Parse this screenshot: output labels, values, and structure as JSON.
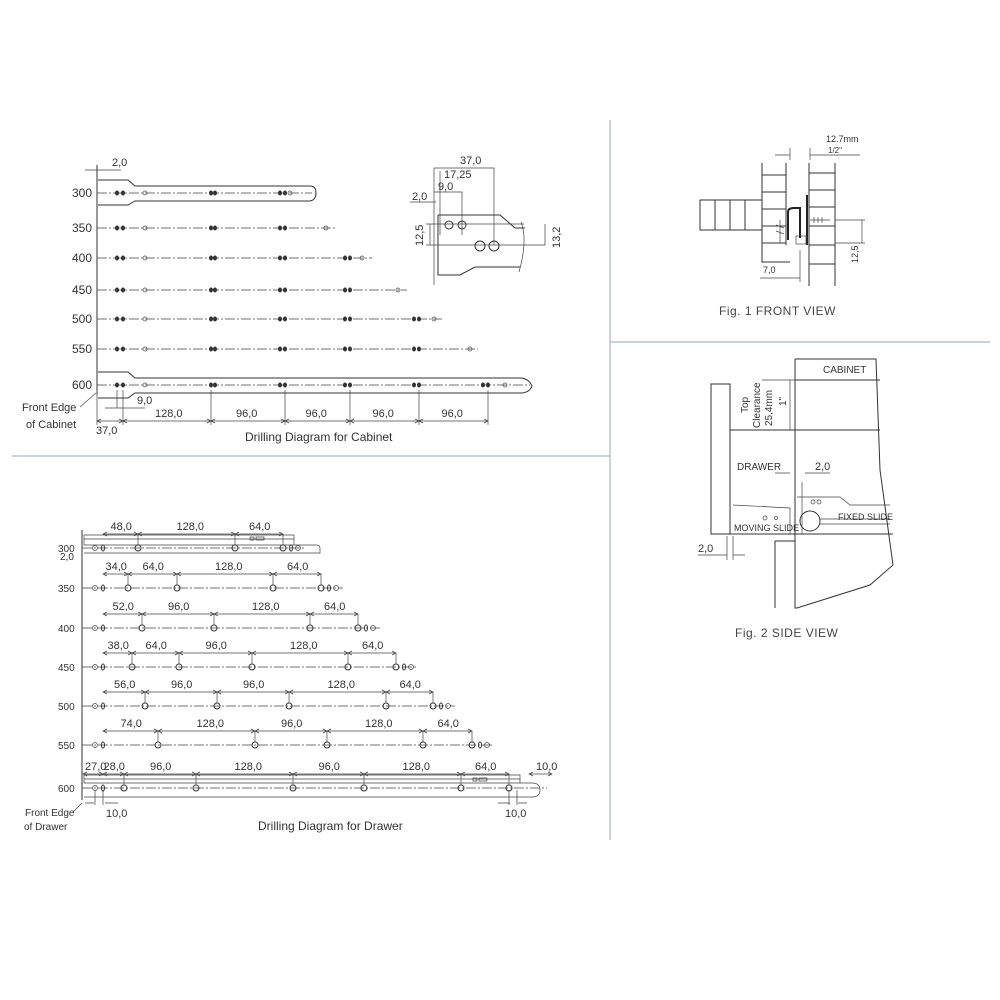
{
  "cabinet": {
    "title": "Drilling Diagram for Cabinet",
    "rows": [
      "300",
      "350",
      "400",
      "450",
      "500",
      "550",
      "600"
    ],
    "front_edge": [
      "Front Edge",
      "of Cabinet"
    ],
    "top_offset": "2,0",
    "bottom_dims": [
      "9,0",
      "128,0",
      "96,0",
      "96,0",
      "96,0",
      "96,0"
    ],
    "start_dim": "37,0",
    "detail_dims": {
      "width": "37,0",
      "mid": "17,25",
      "first": "9,0",
      "edge": "2,0",
      "left_height": "12,5",
      "right_height": "13,2"
    }
  },
  "drawer": {
    "title": "Drilling Diagram for Drawer",
    "rows": [
      "300",
      "350",
      "400",
      "450",
      "500",
      "550",
      "600"
    ],
    "front_edge": [
      "Front Edge",
      "of Drawer"
    ],
    "edge_offset": "2,0",
    "row_dims": [
      [
        "48,0",
        "128,0",
        "64,0"
      ],
      [
        "34,0",
        "64,0",
        "128,0",
        "64,0"
      ],
      [
        "52,0",
        "96,0",
        "128,0",
        "64,0"
      ],
      [
        "38,0",
        "64,0",
        "96,0",
        "128,0",
        "64,0"
      ],
      [
        "56,0",
        "96,0",
        "96,0",
        "128,0",
        "64,0"
      ],
      [
        "74,0",
        "128,0",
        "96,0",
        "128,0",
        "64,0"
      ],
      [
        "27,0",
        "28,0",
        "96,0",
        "128,0",
        "96,0",
        "128,0",
        "64,0",
        "10,0"
      ]
    ],
    "bottom_dims": [
      "10,0",
      "10,0"
    ]
  },
  "front_view": {
    "caption": "Fig. 1  FRONT VIEW",
    "gap_mm": "12.7mm",
    "gap_in": "1/2\"",
    "offset": "7,0",
    "height": "12,5"
  },
  "side_view": {
    "caption": "Fig. 2 SIDE VIEW",
    "cabinet": "CABINET",
    "top_clearance": "Top",
    "clearance": "Clearance",
    "clearance_mm": "25,4mm",
    "clearance_in": "1\"",
    "drawer": "DRAWER",
    "drawer_gap": "2,0",
    "moving_slide": "MOVING SLIDE",
    "fixed_slide": "FIXED SLIDE",
    "front_gap": "2,0"
  },
  "colors": {
    "divider": "#a9b6c2",
    "ink": "#333333"
  }
}
